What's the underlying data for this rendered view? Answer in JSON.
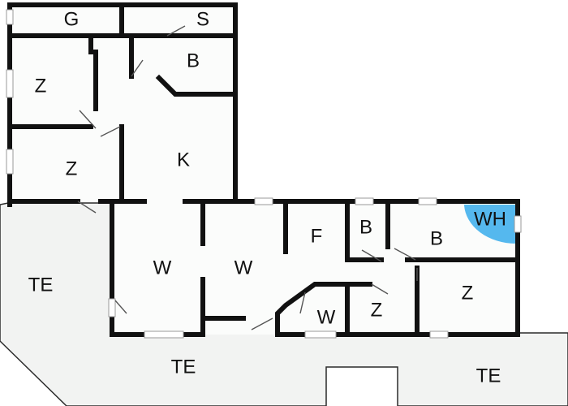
{
  "colors": {
    "wall": "#111111",
    "floor": "#fbfcfb",
    "terrace": "#f2f3f2",
    "terrace_line": "#2a2a2a",
    "window": "#ffffff",
    "door_line": "#555555",
    "wellness": "#55b8ee"
  },
  "rooms": {
    "g": "G",
    "s": "S",
    "b_top": "B",
    "z_upper_left": "Z",
    "z_lower_left": "Z",
    "k": "K",
    "w_left": "W",
    "w_center": "W",
    "f": "F",
    "b_small": "B",
    "b_right": "B",
    "wh": "WH",
    "z_right": "Z",
    "z_small": "Z",
    "w_small": "W",
    "te_left": "TE",
    "te_bottom": "TE",
    "te_right": "TE"
  }
}
